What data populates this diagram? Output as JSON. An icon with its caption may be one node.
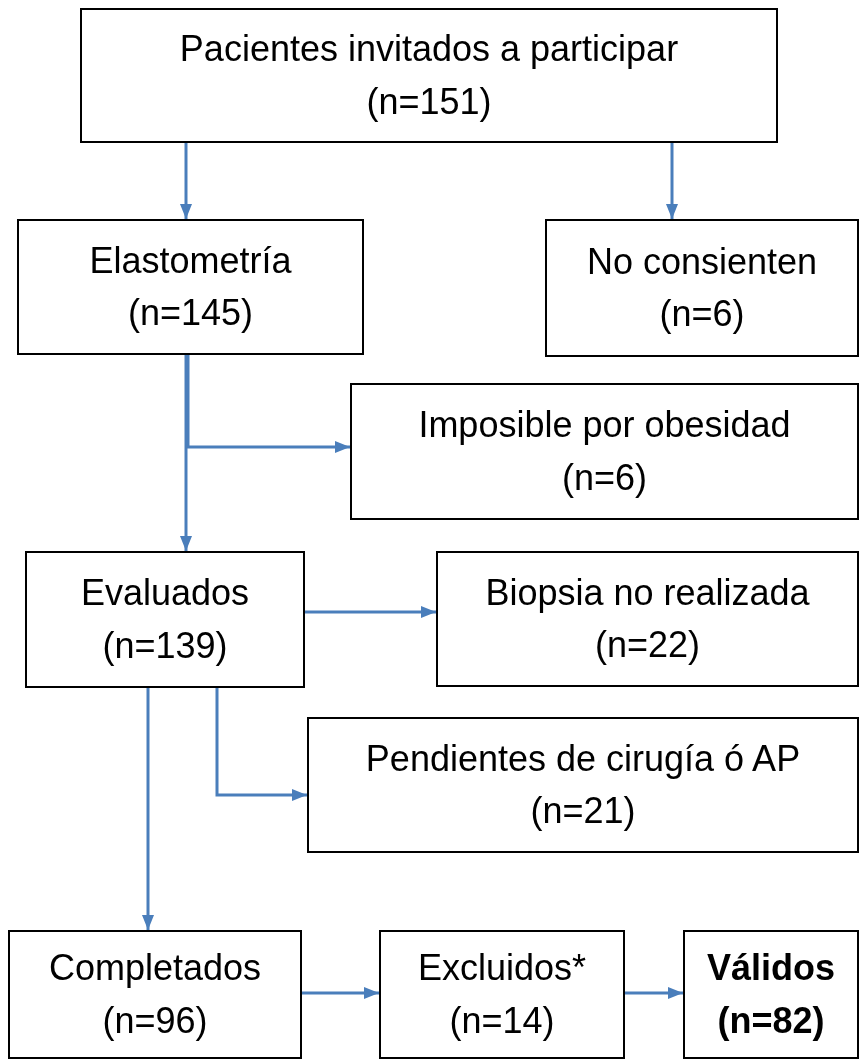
{
  "diagram": {
    "nodes": [
      {
        "text": [
          "Pacientes invitados a participar",
          "(n=151)"
        ]
      },
      {
        "text": [
          "Elastometría",
          "(n=145)"
        ]
      },
      {
        "text": [
          "No consienten",
          "(n=6)"
        ]
      },
      {
        "text": [
          "Imposible por obesidad",
          "(n=6)"
        ]
      },
      {
        "text": [
          "Evaluados",
          "(n=139)"
        ]
      },
      {
        "text": [
          "Biopsia no realizada",
          "(n=22)"
        ]
      },
      {
        "text": [
          "Pendientes de cirugía ó AP",
          "(n=21)"
        ]
      },
      {
        "text": [
          "Completados",
          "(n=96)"
        ]
      },
      {
        "text": [
          "Excluidos*",
          "(n=14)"
        ]
      },
      {
        "text": [
          "Válidos",
          "(n=82)"
        ]
      }
    ],
    "edges": [
      {
        "from": 0,
        "to": 1,
        "arrow": "to"
      },
      {
        "from": 0,
        "to": 2,
        "arrow": "to"
      },
      {
        "from": 1,
        "to": 3,
        "arrow": "to"
      },
      {
        "from": 1,
        "to": 4,
        "arrow": "to"
      },
      {
        "from": 4,
        "to": 5,
        "arrow": "to"
      },
      {
        "from": 4,
        "to": 6,
        "arrow": "to"
      },
      {
        "from": 4,
        "to": 7,
        "arrow": "to"
      },
      {
        "from": 7,
        "to": 8,
        "arrow": "to"
      },
      {
        "from": 8,
        "to": 9,
        "arrow": "to"
      }
    ]
  }
}
